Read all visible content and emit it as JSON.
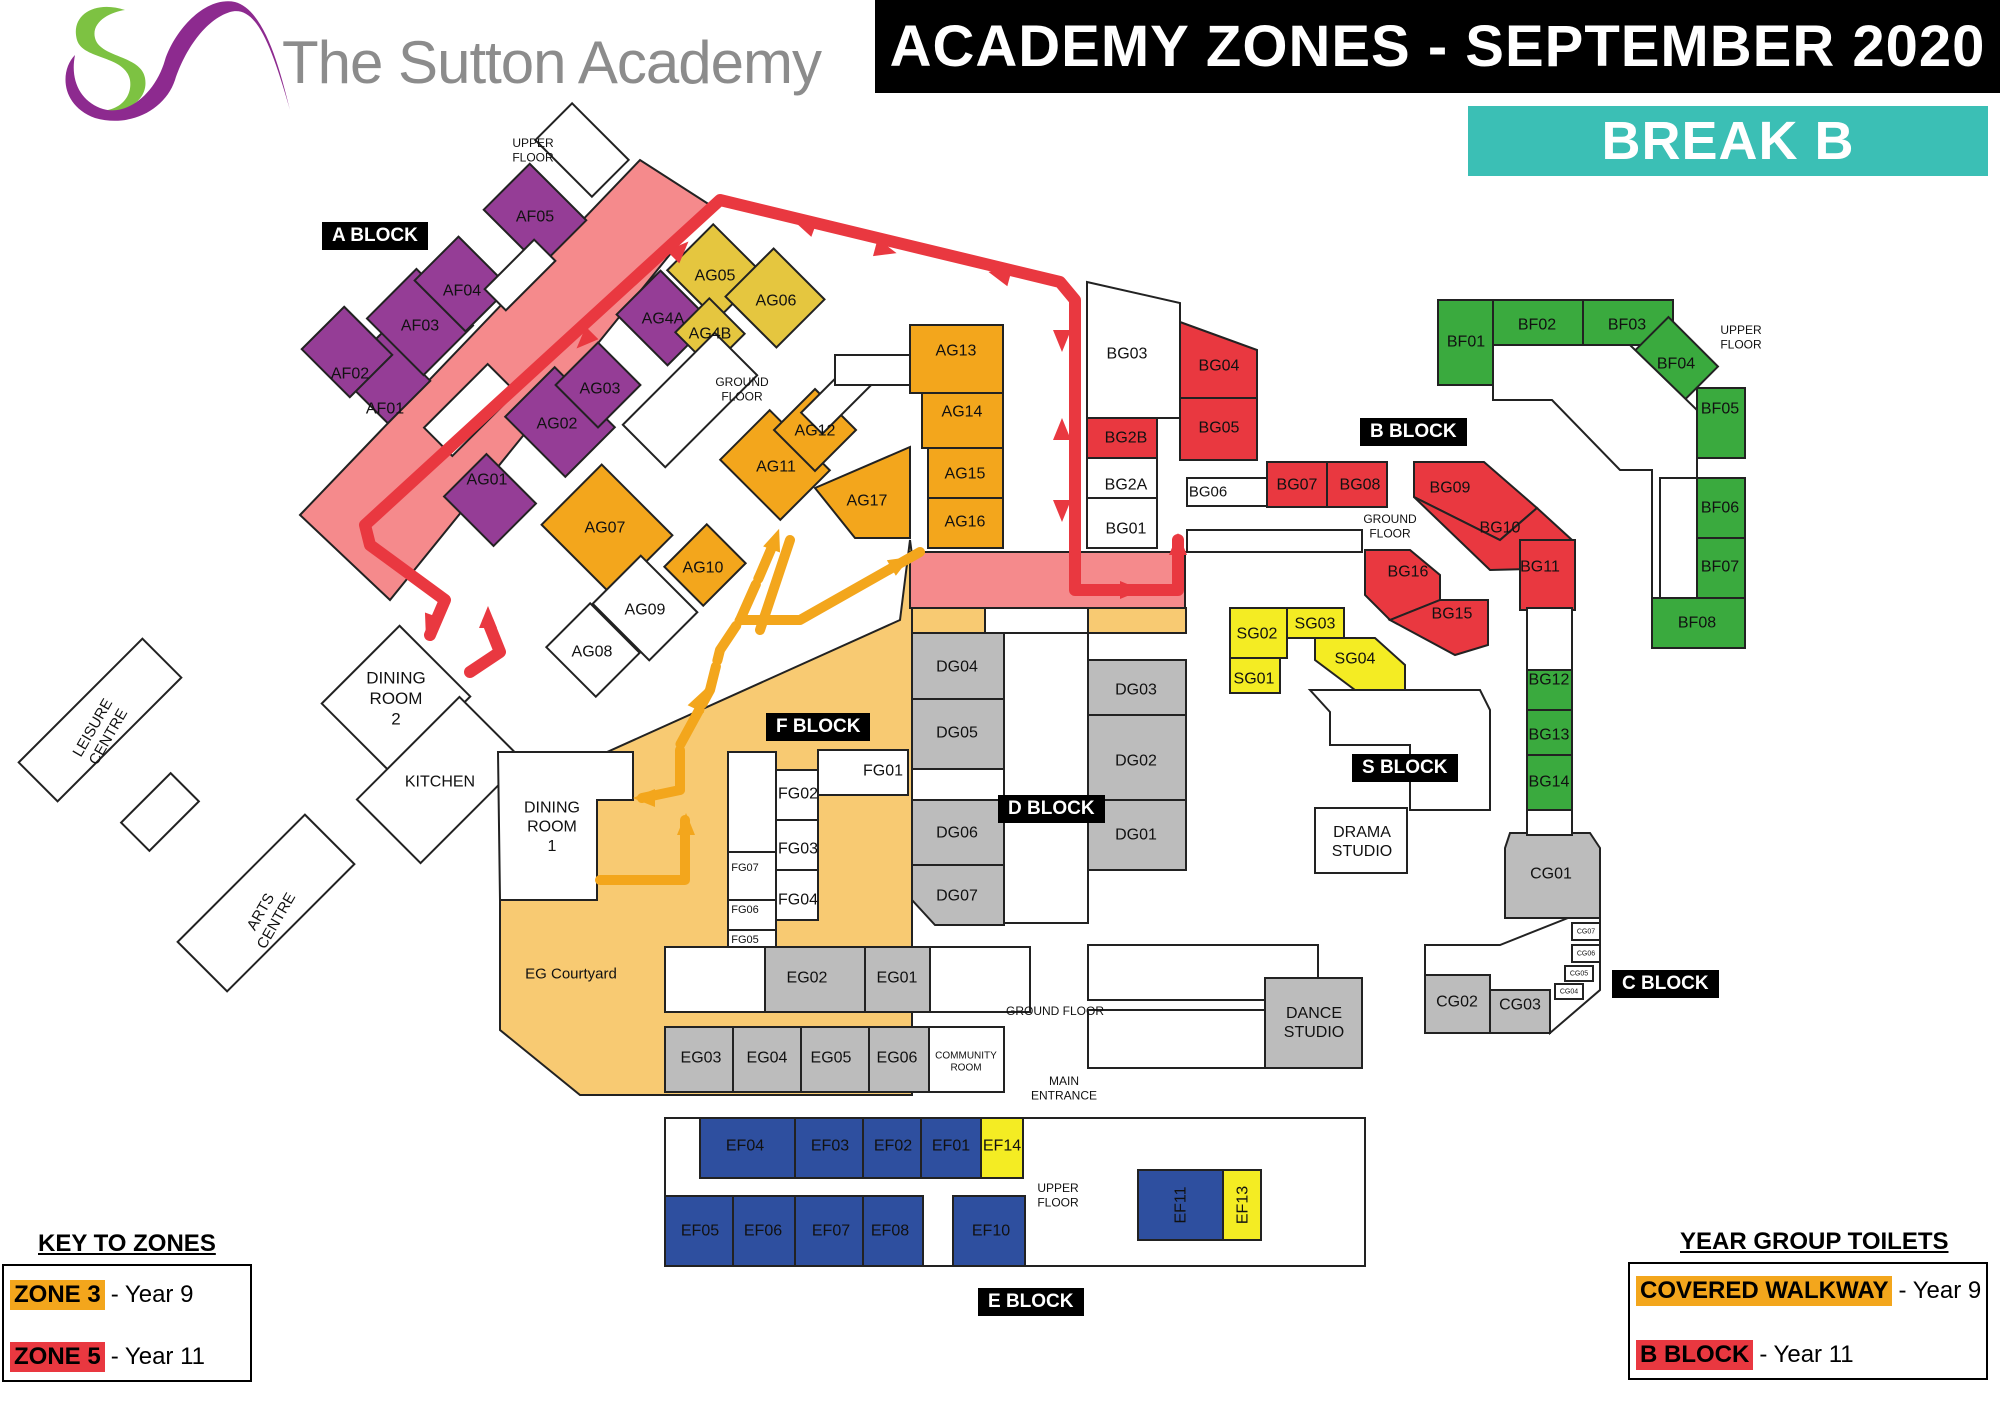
{
  "header": {
    "school_name": "The Sutton Academy",
    "title": "ACADEMY ZONES - SEPTEMBER 2020",
    "subtitle": "BREAK B"
  },
  "colors": {
    "purple": "#953d96",
    "gold": "#e5c63f",
    "orange": "#f3a61c",
    "red": "#e93840",
    "pink": "#f58a8c",
    "courtyard": "#f8ca72",
    "grey": "#bcbcbc",
    "blue": "#2e4f9f",
    "yellow": "#f4ec23",
    "green": "#3aaa3e",
    "teal": "#3bbfb5",
    "route_red": "#e93840",
    "route_orange": "#f3a61c"
  },
  "blocks": {
    "a": "A BLOCK",
    "b": "B BLOCK",
    "c": "C BLOCK",
    "d": "D BLOCK",
    "e": "E BLOCK",
    "f": "F BLOCK",
    "s": "S BLOCK"
  },
  "labels": {
    "upper_floor_a": [
      "UPPER",
      "FLOOR"
    ],
    "ground_floor_a": [
      "GROUND",
      "FLOOR"
    ],
    "upper_floor_b": [
      "UPPER",
      "FLOOR"
    ],
    "ground_floor_b": [
      "GROUND",
      "FLOOR"
    ],
    "ground_floor_e": "GROUND FLOOR",
    "upper_floor_e": [
      "UPPER",
      "FLOOR"
    ],
    "main_entrance": [
      "MAIN",
      "ENTRANCE"
    ],
    "dining_room_2": [
      "DINING",
      "ROOM",
      "2"
    ],
    "dining_room_1": [
      "DINING",
      "ROOM",
      "1"
    ],
    "kitchen": "KITCHEN",
    "leisure_centre": [
      "LEISURE",
      "CENTRE"
    ],
    "arts_centre": [
      "ARTS",
      "CENTRE"
    ],
    "eg_courtyard": "EG Courtyard",
    "drama_studio": [
      "DRAMA",
      "STUDIO"
    ],
    "dance_studio": [
      "DANCE",
      "STUDIO"
    ],
    "community_room": [
      "COMMUNITY",
      "ROOM"
    ]
  },
  "rooms": {
    "af01": "AF01",
    "af02": "AF02",
    "af03": "AF03",
    "af04": "AF04",
    "af05": "AF05",
    "ag01": "AG01",
    "ag02": "AG02",
    "ag03": "AG03",
    "ag4a": "AG4A",
    "ag4b": "AG4B",
    "ag05": "AG05",
    "ag06": "AG06",
    "ag07": "AG07",
    "ag08": "AG08",
    "ag09": "AG09",
    "ag10": "AG10",
    "ag11": "AG11",
    "ag12": "AG12",
    "ag13": "AG13",
    "ag14": "AG14",
    "ag15": "AG15",
    "ag16": "AG16",
    "ag17": "AG17",
    "bg01": "BG01",
    "bg2a": "BG2A",
    "bg2b": "BG2B",
    "bg03": "BG03",
    "bg04": "BG04",
    "bg05": "BG05",
    "bg06": "BG06",
    "bg07": "BG07",
    "bg08": "BG08",
    "bg09": "BG09",
    "bg10": "BG10",
    "bg11": "BG11",
    "bg12": "BG12",
    "bg13": "BG13",
    "bg14": "BG14",
    "bg15": "BG15",
    "bg16": "BG16",
    "bf01": "BF01",
    "bf02": "BF02",
    "bf03": "BF03",
    "bf04": "BF04",
    "bf05": "BF05",
    "bf06": "BF06",
    "bf07": "BF07",
    "bf08": "BF08",
    "sg01": "SG01",
    "sg02": "SG02",
    "sg03": "SG03",
    "sg04": "SG04",
    "dg01": "DG01",
    "dg02": "DG02",
    "dg03": "DG03",
    "dg04": "DG04",
    "dg05": "DG05",
    "dg06": "DG06",
    "dg07": "DG07",
    "fg01": "FG01",
    "fg02": "FG02",
    "fg03": "FG03",
    "fg04": "FG04",
    "fg05": "FG05",
    "fg06": "FG06",
    "fg07": "FG07",
    "eg01": "EG01",
    "eg02": "EG02",
    "eg03": "EG03",
    "eg04": "EG04",
    "eg05": "EG05",
    "eg06": "EG06",
    "ef01": "EF01",
    "ef02": "EF02",
    "ef03": "EF03",
    "ef04": "EF04",
    "ef05": "EF05",
    "ef06": "EF06",
    "ef07": "EF07",
    "ef08": "EF08",
    "ef10": "EF10",
    "ef11": "EF11",
    "ef13": "EF13",
    "ef14": "EF14",
    "cg01": "CG01",
    "cg02": "CG02",
    "cg03": "CG03",
    "cg04": "CG04",
    "cg05": "CG05",
    "cg06": "CG06",
    "cg07": "CG07"
  },
  "key_zones": {
    "title": "KEY TO ZONES",
    "rows": [
      {
        "zone": "ZONE 3",
        "text": " - Year 9",
        "color": "#f3a61c"
      },
      {
        "zone": "ZONE 5",
        "text": " - Year 11",
        "color": "#e93840"
      }
    ]
  },
  "key_toilets": {
    "title": "YEAR GROUP TOILETS",
    "rows": [
      {
        "zone": "COVERED WALKWAY",
        "text": " - Year 9",
        "color": "#f3a61c"
      },
      {
        "zone": "B BLOCK",
        "text": " - Year 11",
        "color": "#e93840"
      }
    ]
  }
}
